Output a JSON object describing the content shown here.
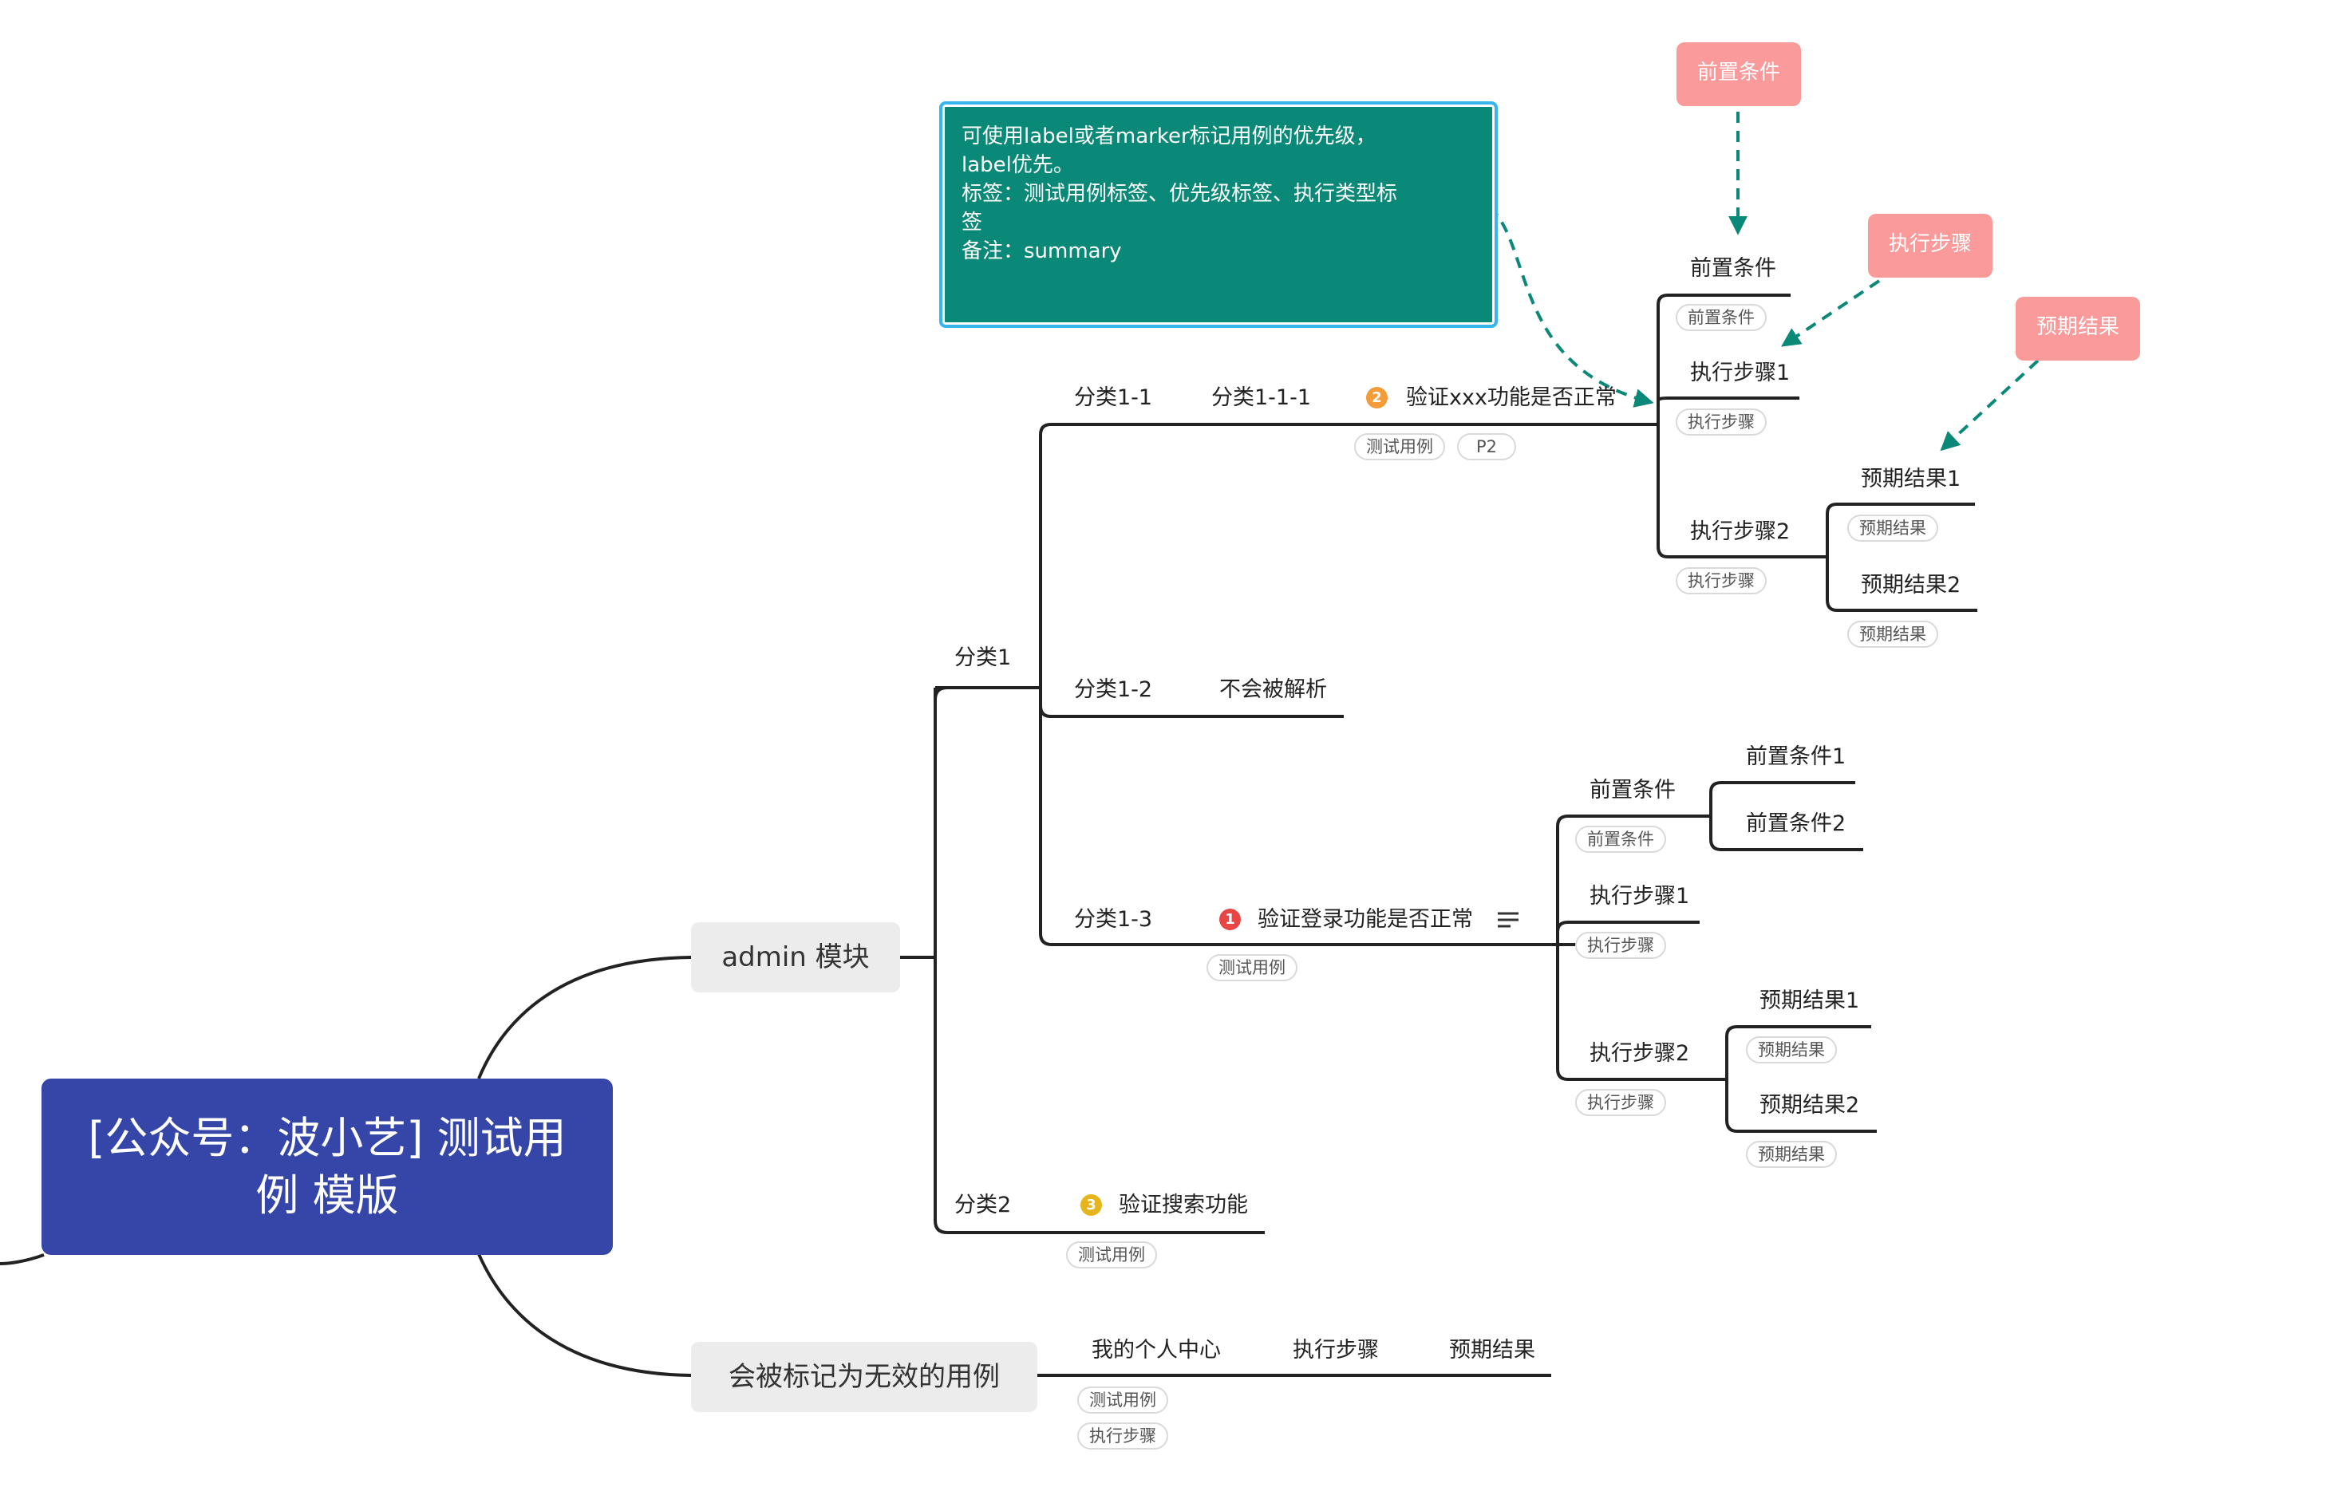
{
  "root": {
    "title": "[公众号：波小艺] 测试用例 模版"
  },
  "modules": {
    "admin": "admin 模块",
    "invalid": "会被标记为无效的用例"
  },
  "note": {
    "line1": "可使用label或者marker标记用例的优先级，",
    "line2": "label优先。",
    "line3": "标签：测试用例标签、优先级标签、执行类型标",
    "line4": "签",
    "line5": "备注：summary"
  },
  "callouts": {
    "precondition": "前置条件",
    "steps": "执行步骤",
    "expected": "预期结果"
  },
  "colors": {
    "root": "#3546a8",
    "note": "#0a8878",
    "callout": "#fb9a9a",
    "priority1": "#e84545",
    "priority2": "#f39c3a",
    "priority3": "#e6b41c"
  },
  "tree": {
    "cat1": "分类1",
    "cat1_1": "分类1-1",
    "cat1_1_1": "分类1-1-1",
    "case_xxx": {
      "badge": "2",
      "title": "验证xxx功能是否正常",
      "tags": [
        "测试用例",
        "P2"
      ],
      "pre": "前置条件",
      "pre_tag": "前置条件",
      "step1": "执行步骤1",
      "step1_tag": "执行步骤",
      "step2": "执行步骤2",
      "step2_tag": "执行步骤",
      "exp1": "预期结果1",
      "exp1_tag": "预期结果",
      "exp2": "预期结果2",
      "exp2_tag": "预期结果"
    },
    "cat1_2": "分类1-2",
    "cat1_2_child": "不会被解析",
    "cat1_3": "分类1-3",
    "case_login": {
      "badge": "1",
      "title": "验证登录功能是否正常",
      "note_icon": "note-lines-icon",
      "tag": "测试用例",
      "pre": "前置条件",
      "pre_tag": "前置条件",
      "pre1": "前置条件1",
      "pre2": "前置条件2",
      "step1": "执行步骤1",
      "step1_tag": "执行步骤",
      "step2": "执行步骤2",
      "step2_tag": "执行步骤",
      "exp1": "预期结果1",
      "exp1_tag": "预期结果",
      "exp2": "预期结果2",
      "exp2_tag": "预期结果"
    },
    "cat2": "分类2",
    "case_search": {
      "badge": "3",
      "title": "验证搜索功能",
      "tag": "测试用例"
    }
  },
  "invalid_case": {
    "title": "我的个人中心",
    "tag1": "测试用例",
    "tag2": "执行步骤",
    "steps": "执行步骤",
    "expected": "预期结果"
  }
}
